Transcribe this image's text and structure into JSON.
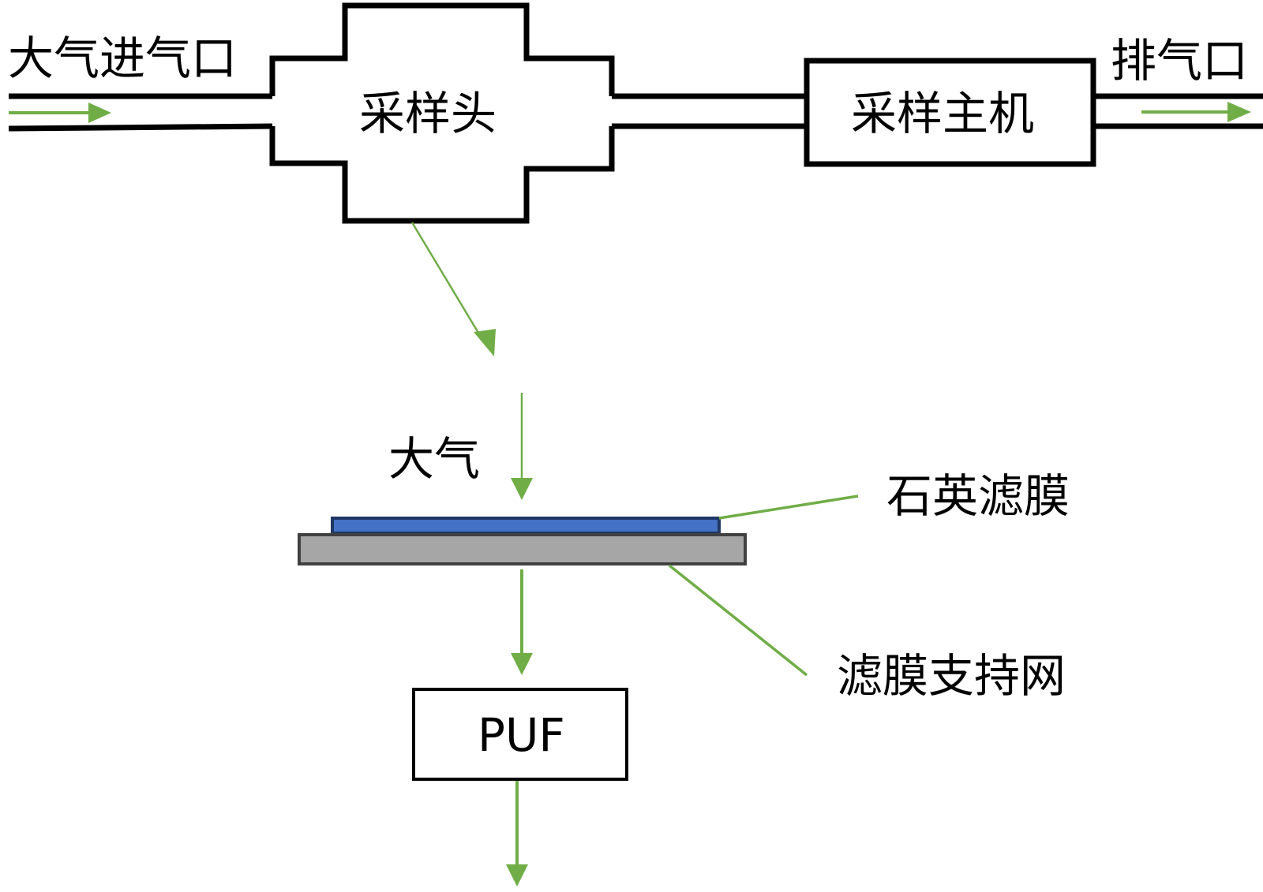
{
  "diagram": {
    "title": "",
    "colors": {
      "line": "#000000",
      "arrow": "#70ad47",
      "filter": "#4472c4",
      "filter_border": "#1f3864",
      "support": "#a6a6a6",
      "support_border": "#404040"
    },
    "labels": {
      "inlet": "大气进气口",
      "outlet": "排气口",
      "sampling_head": "采样头",
      "sampling_host": "采样主机",
      "atmosphere": "大气",
      "quartz_filter": "石英滤膜",
      "filter_support": "滤膜支持网",
      "puf": "PUF"
    },
    "nodes": [
      {
        "id": "inlet",
        "label": "大气进气口",
        "kind": "pipe-inlet"
      },
      {
        "id": "sampling_head",
        "label": "采样头",
        "kind": "cross-chamber"
      },
      {
        "id": "sampling_host",
        "label": "采样主机",
        "kind": "box"
      },
      {
        "id": "outlet",
        "label": "排气口",
        "kind": "pipe-outlet"
      },
      {
        "id": "quartz_filter",
        "label": "石英滤膜",
        "kind": "layer"
      },
      {
        "id": "filter_support",
        "label": "滤膜支持网",
        "kind": "layer"
      },
      {
        "id": "puf",
        "label": "PUF",
        "kind": "box"
      }
    ],
    "edges": [
      {
        "from": "inlet",
        "to": "sampling_head",
        "style": "flow-arrow"
      },
      {
        "from": "sampling_head",
        "to": "sampling_host",
        "style": "pipe"
      },
      {
        "from": "sampling_host",
        "to": "outlet",
        "style": "flow-arrow"
      },
      {
        "from": "sampling_head",
        "to": "detail-view",
        "style": "zoom-arrow"
      },
      {
        "from": "atmosphere",
        "to": "quartz_filter",
        "style": "flow-arrow"
      },
      {
        "from": "filter_support",
        "to": "puf",
        "style": "flow-arrow"
      },
      {
        "from": "puf",
        "to": "exit",
        "style": "flow-arrow"
      }
    ]
  }
}
